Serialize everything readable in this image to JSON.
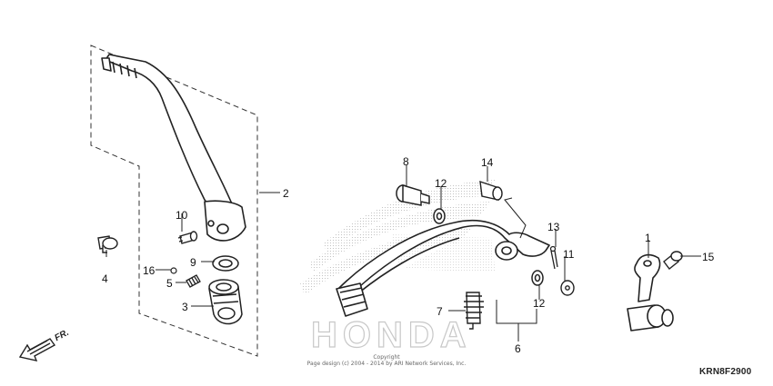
{
  "diagram": {
    "diagram_code": "KRN8F2900",
    "direction_label": "FR.",
    "watermark_text": "HONDA",
    "copyright": {
      "line1": "Copyright",
      "line2": "Page design (c) 2004 - 2014 by ARI Network Services, Inc."
    },
    "callouts": [
      {
        "id": "1",
        "text": "1"
      },
      {
        "id": "2",
        "text": "2"
      },
      {
        "id": "3",
        "text": "3"
      },
      {
        "id": "4",
        "text": "4"
      },
      {
        "id": "5",
        "text": "5"
      },
      {
        "id": "6",
        "text": "6"
      },
      {
        "id": "7",
        "text": "7"
      },
      {
        "id": "8",
        "text": "8"
      },
      {
        "id": "9",
        "text": "9"
      },
      {
        "id": "10",
        "text": "10"
      },
      {
        "id": "11",
        "text": "11"
      },
      {
        "id": "12a",
        "text": "12"
      },
      {
        "id": "12b",
        "text": "12"
      },
      {
        "id": "13",
        "text": "13"
      },
      {
        "id": "14",
        "text": "14"
      },
      {
        "id": "15",
        "text": "15"
      },
      {
        "id": "16",
        "text": "16"
      }
    ]
  }
}
